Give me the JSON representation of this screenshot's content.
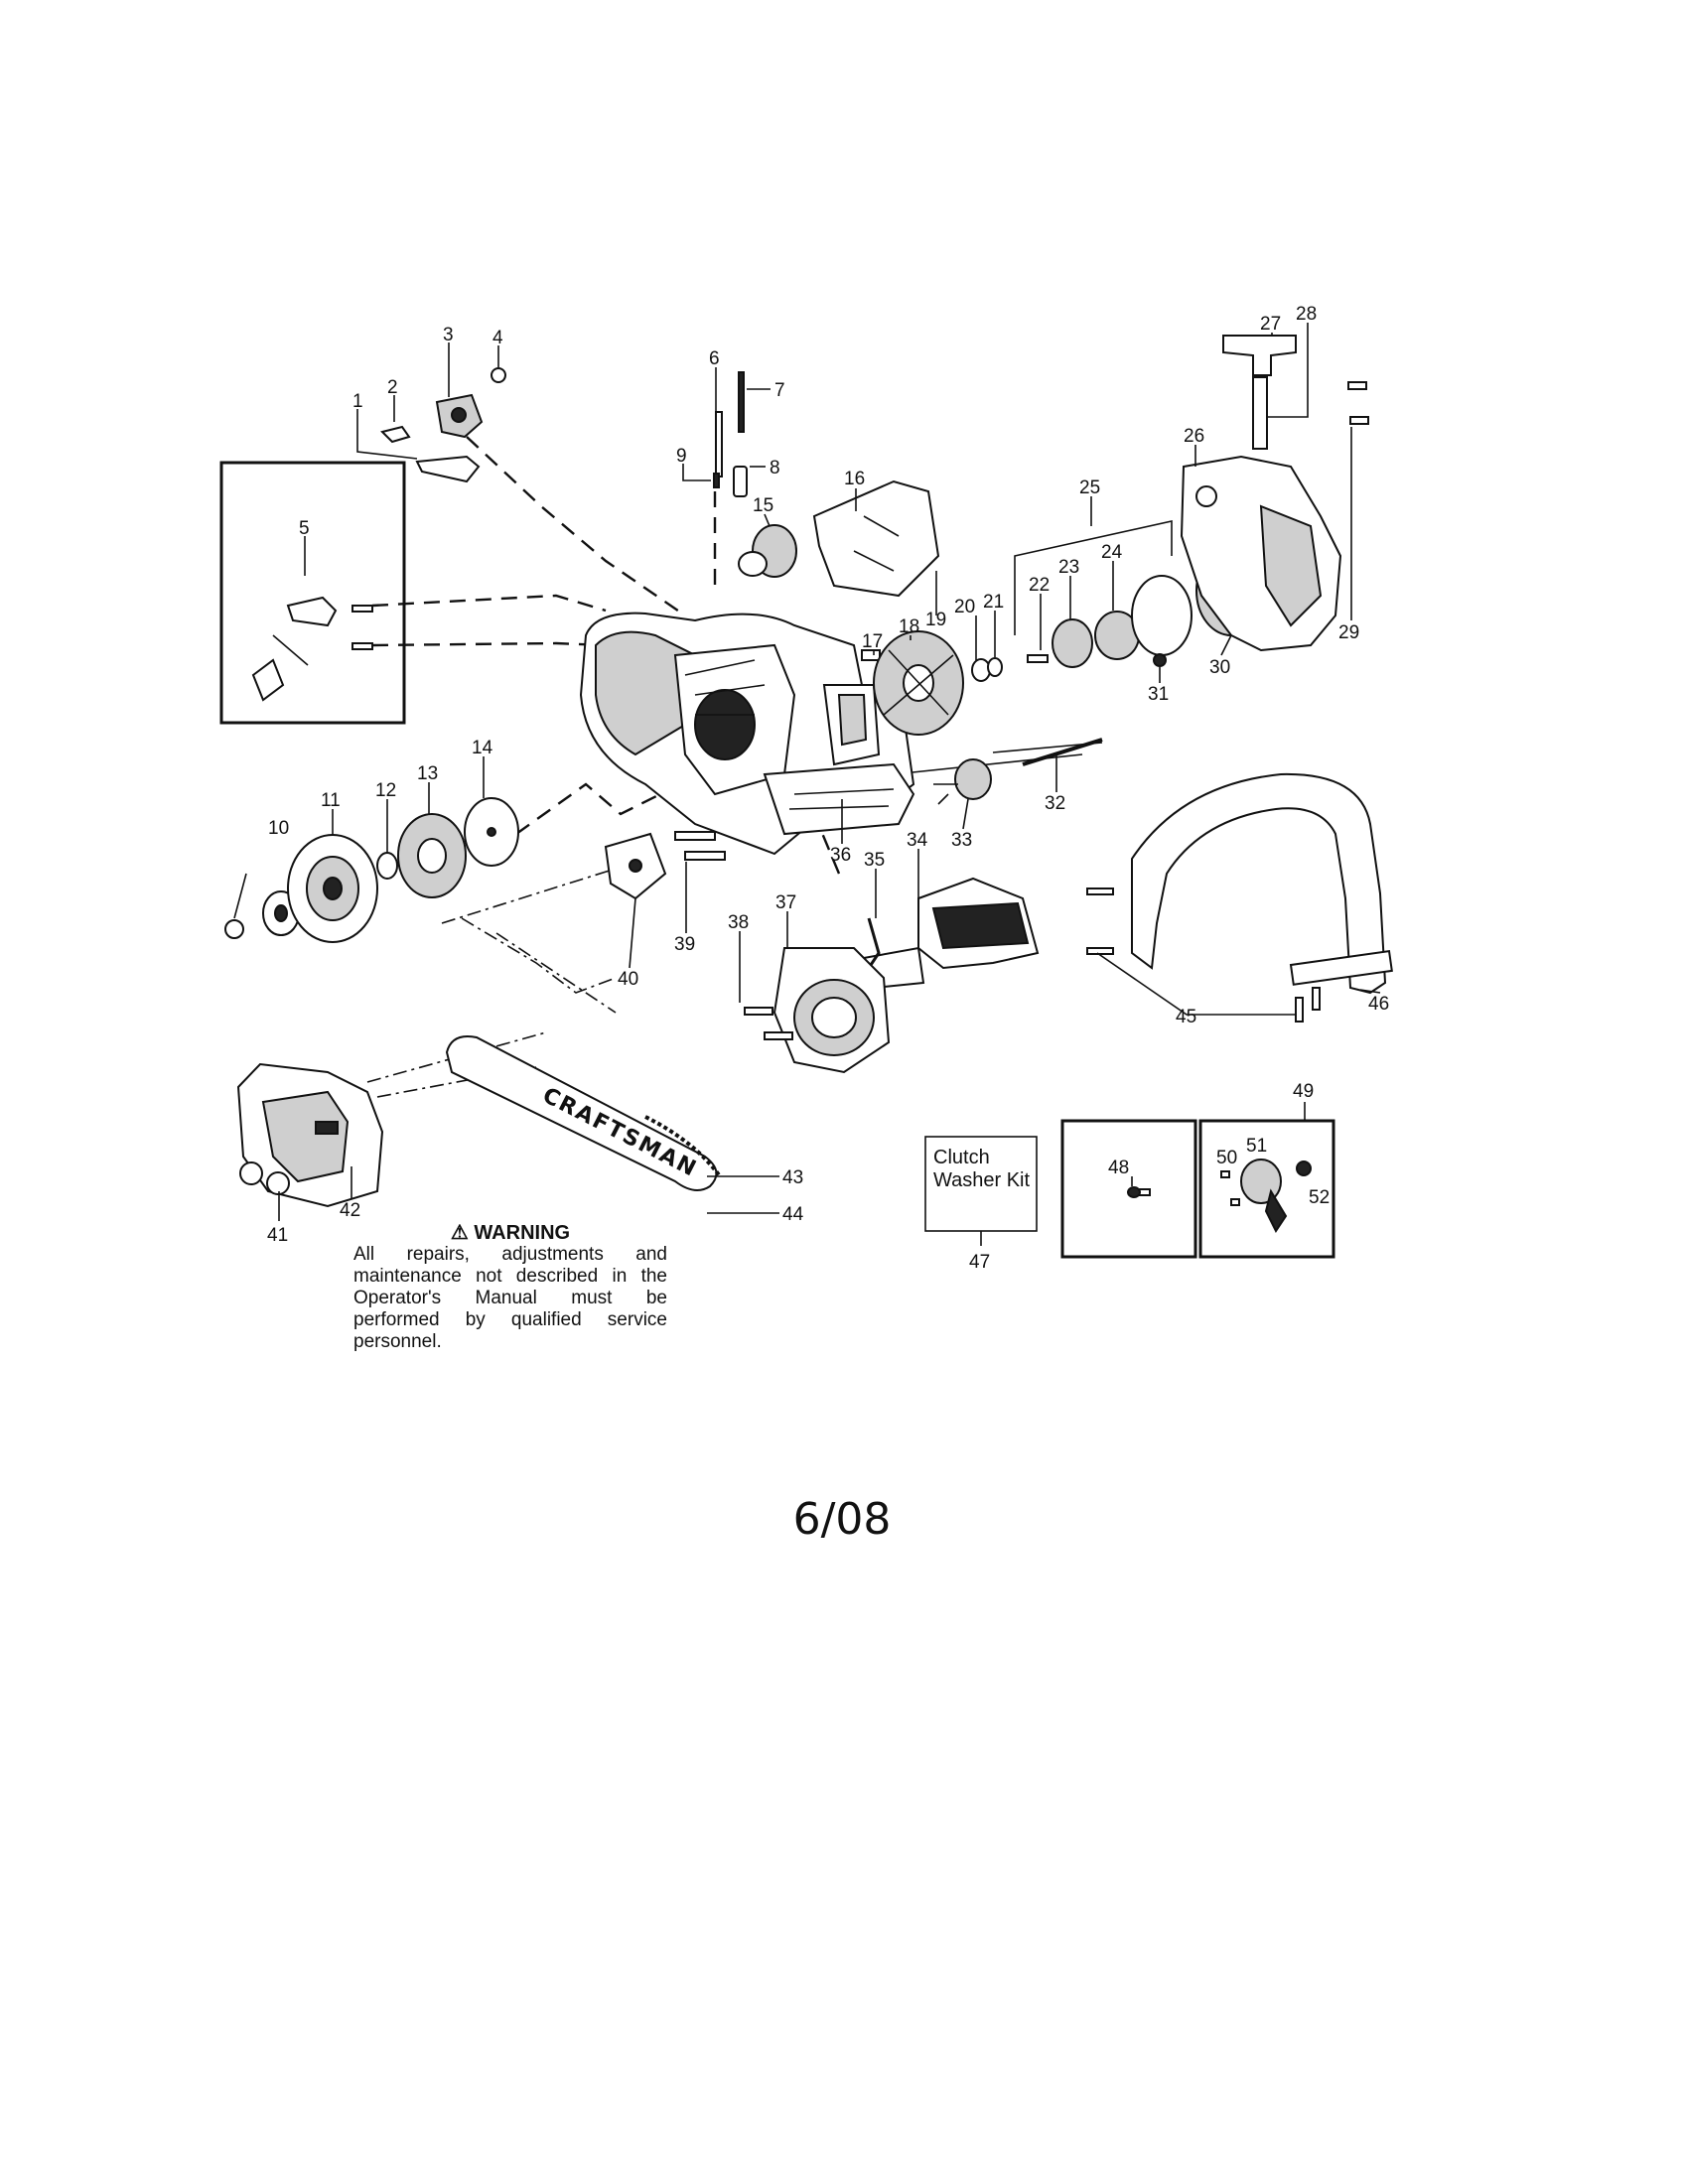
{
  "callouts": [
    "1",
    "2",
    "3",
    "4",
    "5",
    "6",
    "7",
    "8",
    "9",
    "10",
    "11",
    "12",
    "13",
    "14",
    "15",
    "16",
    "17",
    "18",
    "19",
    "20",
    "21",
    "22",
    "23",
    "24",
    "25",
    "26",
    "27",
    "28",
    "29",
    "30",
    "31",
    "32",
    "33",
    "34",
    "35",
    "36",
    "37",
    "38",
    "39",
    "40",
    "41",
    "42",
    "43",
    "44",
    "45",
    "46",
    "47",
    "48",
    "49",
    "50",
    "51",
    "52"
  ],
  "bar_brand": "CRAFTSMAN",
  "warning": {
    "symbol": "⚠",
    "title": "WARNING",
    "text": "All repairs, adjustments and maintenance not described in the Operator's Manual must be performed by qualified service personnel."
  },
  "kit_label": "Clutch Washer Kit",
  "date": "6/08"
}
